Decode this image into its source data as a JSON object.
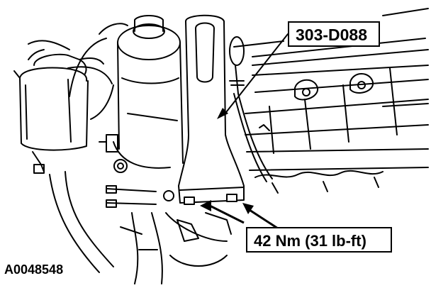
{
  "callouts": {
    "tool": "303-D088",
    "torque": "42 Nm (31 lb-ft)"
  },
  "figure_id": "A0048548",
  "colors": {
    "line": "#000000",
    "fill": "#ffffff"
  }
}
